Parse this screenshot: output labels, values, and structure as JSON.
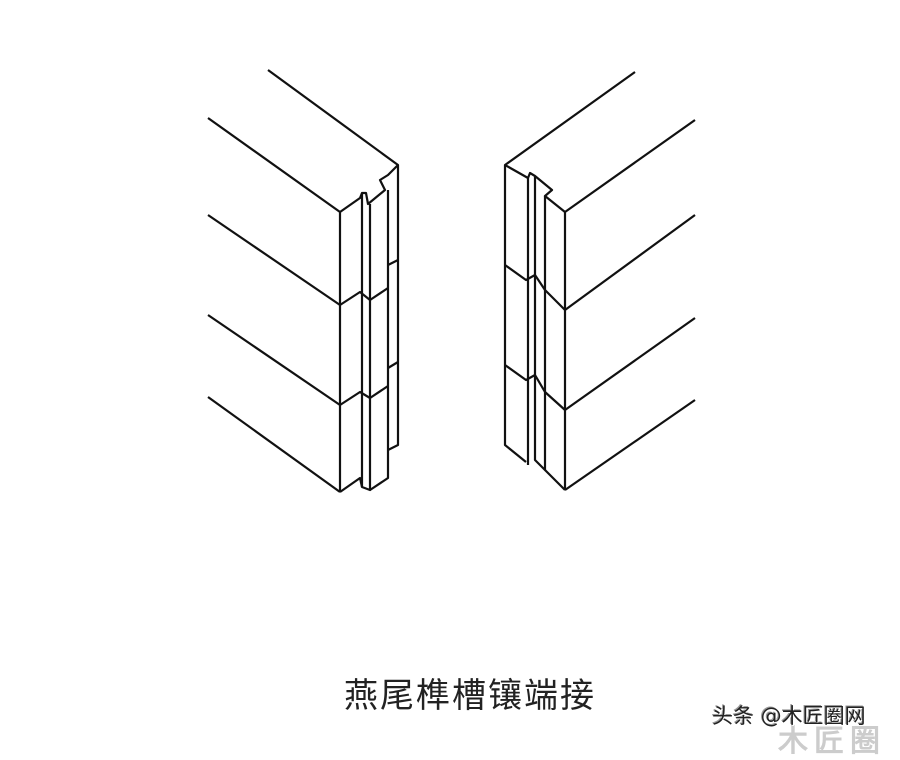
{
  "caption": "燕尾榫槽镶端接",
  "watermark": "头条 @木匠圈网",
  "watermark_logo": "木匠圈"
}
